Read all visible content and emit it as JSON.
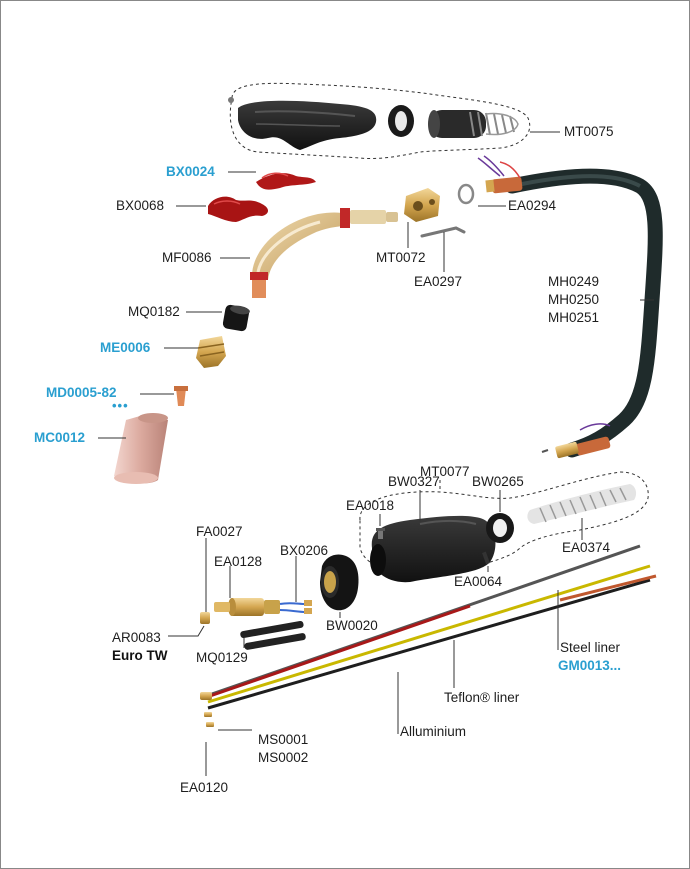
{
  "colors": {
    "accent": "#2a9fd0",
    "label": "#1d1d1d",
    "brass": "#d4a650",
    "copper": "#c8693a",
    "red_part": "#b01818",
    "cable": "#1f2b2b",
    "nozzle": "#d9a89c"
  },
  "parts": {
    "mt0075": "MT0075",
    "bx0024": "BX0024",
    "bx0068": "BX0068",
    "ea0294": "EA0294",
    "mf0086": "MF0086",
    "mt0072": "MT0072",
    "ea0297": "EA0297",
    "mh0249": "MH0249",
    "mh0250": "MH0250",
    "mh0251": "MH0251",
    "mq0182": "MQ0182",
    "me0006": "ME0006",
    "md0005": "MD0005-82",
    "md0005_more": "•••",
    "mc0012": "MC0012",
    "mt0077": "MT0077",
    "bw0327": "BW0327",
    "bw0265": "BW0265",
    "ea0018": "EA0018",
    "ea0374": "EA0374",
    "fa0027": "FA0027",
    "ea0128": "EA0128",
    "bx0206": "BX0206",
    "ea0064": "EA0064",
    "bw0020": "BW0020",
    "ar0083": "AR0083",
    "euro_tw": "Euro TW",
    "mq0129": "MQ0129",
    "steel_liner": "Steel liner",
    "gm0013": "GM0013...",
    "teflon_liner": "Teflon® liner",
    "alluminium": "Alluminium",
    "ms0001": "MS0001",
    "ms0002": "MS0002",
    "ea0120": "EA0120"
  }
}
